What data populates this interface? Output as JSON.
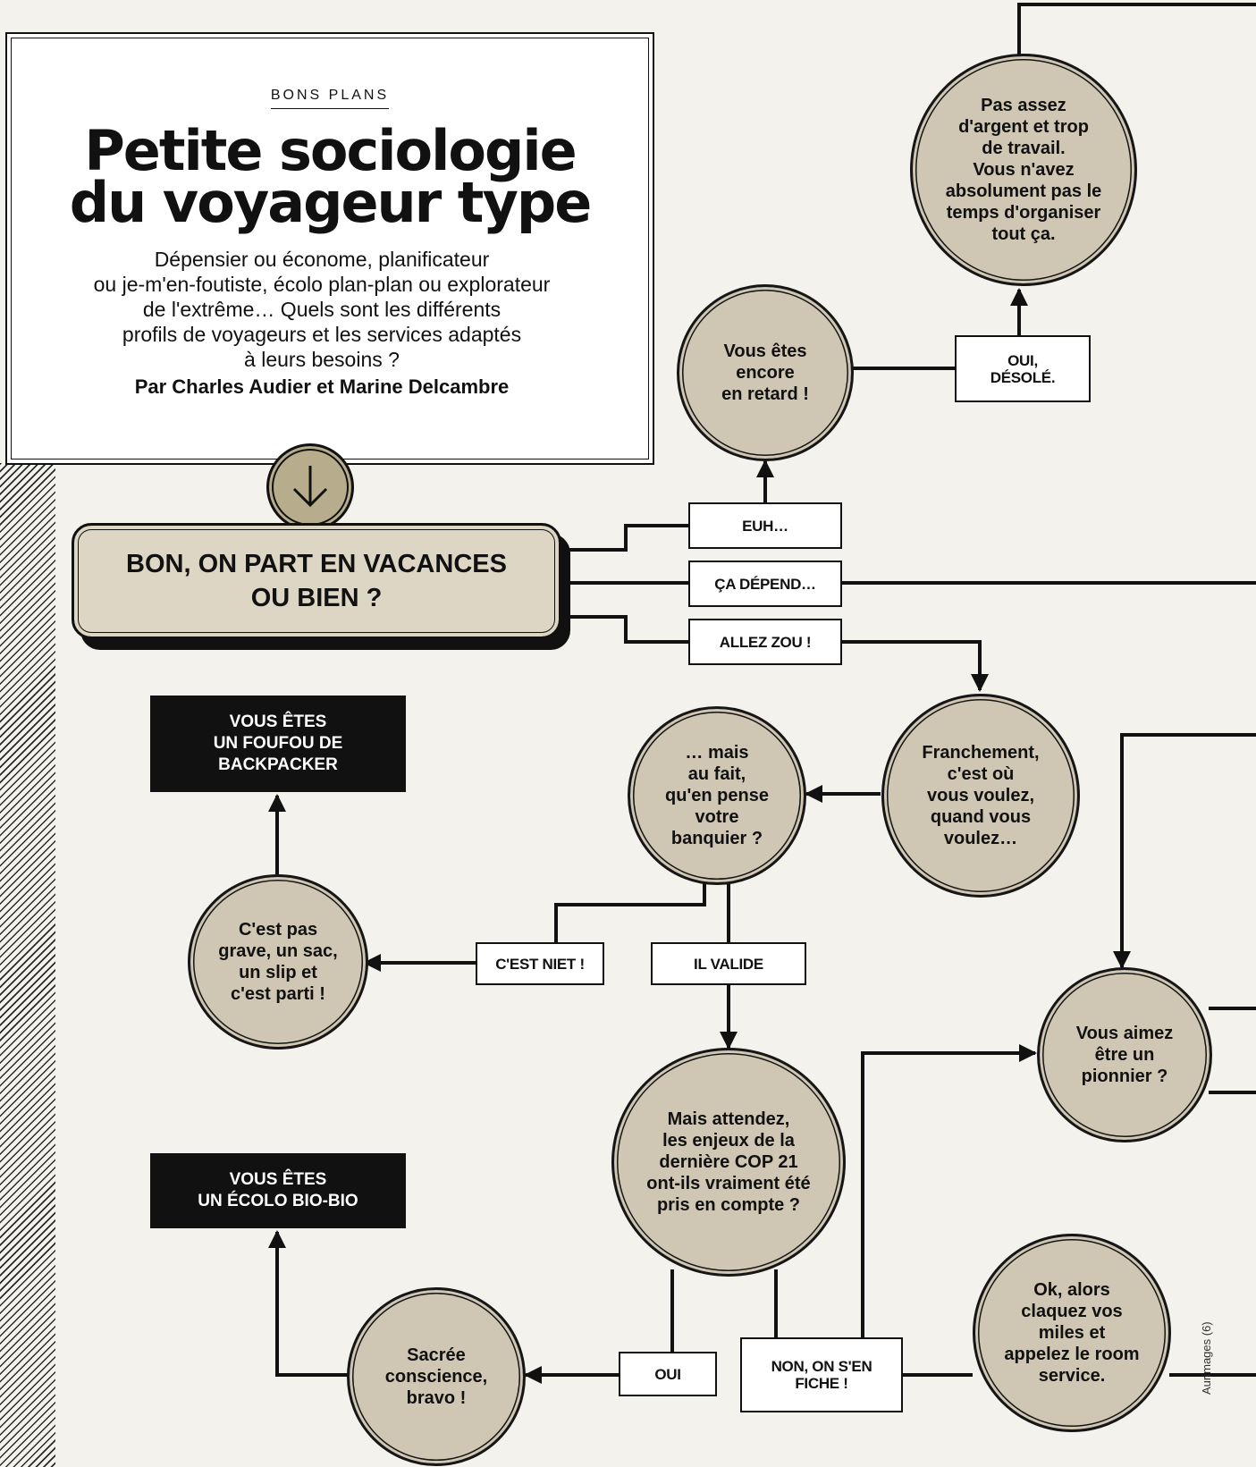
{
  "header": {
    "kicker": "BONS PLANS",
    "title_line1": "Petite sociologie",
    "title_line2": "du voyageur type",
    "dek": [
      "Dépensier ou économe, planificateur",
      "ou je-m'en-foutiste, écolo plan-plan ou explorateur",
      "de l'extrême… Quels sont les différents",
      "profils de voyageurs et les services adaptés",
      "à leurs besoins ?"
    ],
    "byline": "Par Charles Audier et Marine Delcambre"
  },
  "start": [
    "BON, ON PART EN VACANCES",
    "OU BIEN ?"
  ],
  "answers": {
    "euh": "EUH…",
    "ca_depend": "ÇA DÉPEND…",
    "allez_zou": "ALLEZ ZOU !",
    "oui_desole": [
      "OUI,",
      "DÉSOLÉ."
    ],
    "cest_niet": "C'EST NIET !",
    "il_valide": "IL VALIDE",
    "oui": "OUI",
    "non_on_sen_fiche": [
      "NON, ON S'EN",
      "FICHE !"
    ]
  },
  "questions": {
    "retard": [
      "Vous êtes",
      "encore",
      "en retard !"
    ],
    "pas_assez": [
      "Pas assez",
      "d'argent et trop",
      "de travail.",
      "Vous n'avez",
      "absolument pas le",
      "temps d'organiser",
      "tout ça."
    ],
    "franchement": [
      "Franchement,",
      "c'est où",
      "vous voulez,",
      "quand vous",
      "voulez…"
    ],
    "banquier": [
      "… mais",
      "au fait,",
      "qu'en pense",
      "votre",
      "banquier ?"
    ],
    "pas_grave": [
      "C'est pas",
      "grave, un sac,",
      "un slip et",
      "c'est parti !"
    ],
    "cop21": [
      "Mais attendez,",
      "les enjeux de la",
      "dernière COP 21",
      "ont-ils vraiment été",
      "pris en compte ?"
    ],
    "pionnier": [
      "Vous aimez",
      "être un",
      "pionnier ?"
    ],
    "sacree": [
      "Sacrée",
      "conscience,",
      "bravo !"
    ],
    "miles": [
      "Ok, alors",
      "claquez vos",
      "miles et",
      "appelez le room",
      "service."
    ]
  },
  "results": {
    "backpacker": [
      "VOUS ÊTES",
      "UN FOUFOU DE",
      "BACKPACKER"
    ],
    "ecolo": [
      "VOUS ÊTES",
      "UN ÉCOLO BIO-BIO"
    ]
  },
  "credit": "Aurimages (6)",
  "colors": {
    "bubble": "#cfc7b3",
    "start": "#ddd6c4",
    "ink": "#111111",
    "paper": "#f4f2ec"
  }
}
